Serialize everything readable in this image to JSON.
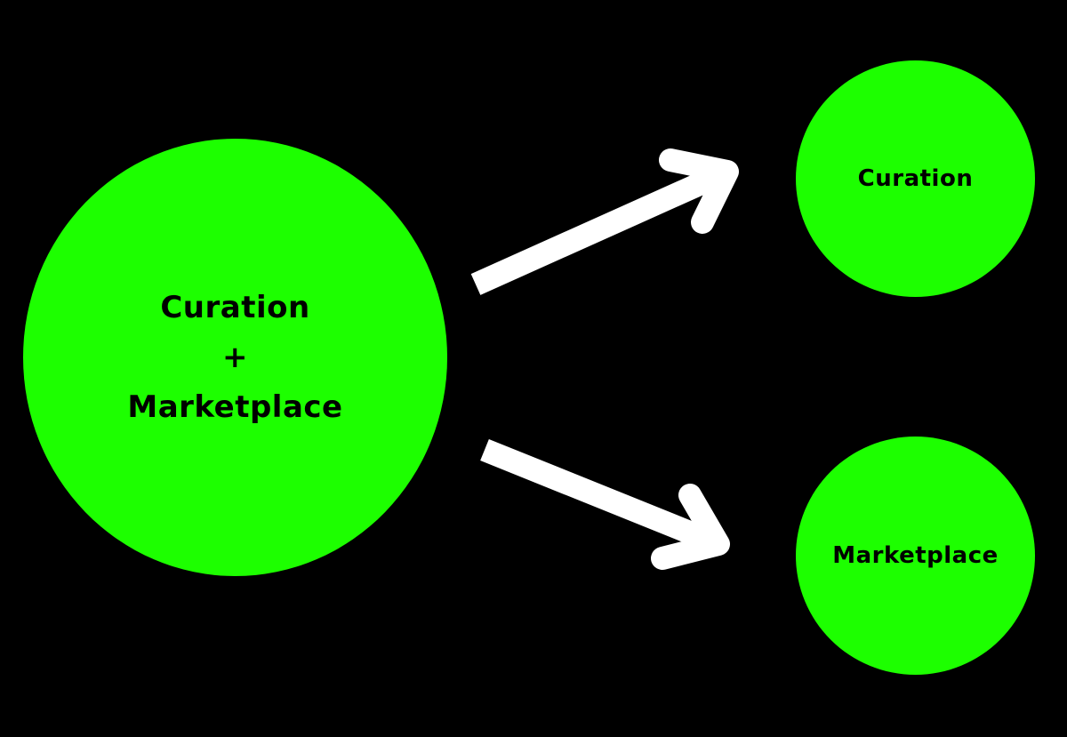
{
  "source_node": {
    "line1": "Curation",
    "operator": "+",
    "line2": "Marketplace"
  },
  "target_nodes": {
    "curation": "Curation",
    "marketplace": "Marketplace"
  },
  "colors": {
    "background": "#000000",
    "node_fill": "#1dff00",
    "node_text": "#000000",
    "arrow": "#ffffff"
  }
}
